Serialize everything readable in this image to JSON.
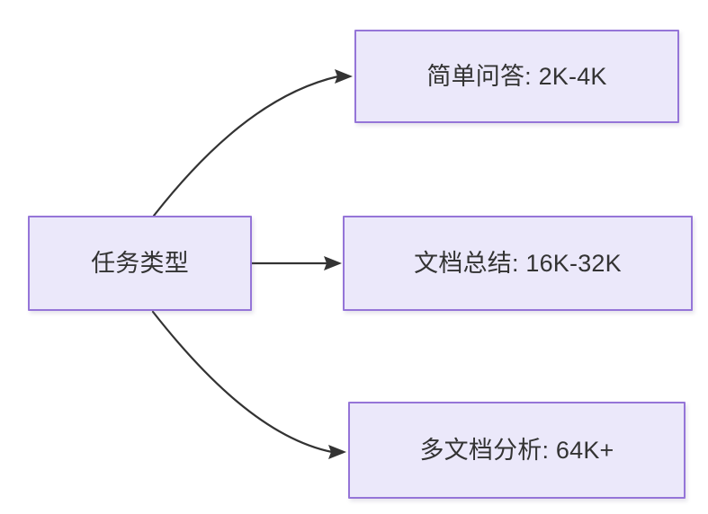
{
  "diagram": {
    "type": "flowchart",
    "direction": "left-to-right",
    "background_color": "#ffffff",
    "node_fill_color": "#ebe8fa",
    "node_border_color": "#9575d8",
    "node_text_color": "#333333",
    "edge_color": "#333333",
    "source_node": {
      "id": "task-type",
      "label": "任务类型"
    },
    "target_nodes": [
      {
        "id": "simple-qa",
        "label": "简单问答: 2K-4K",
        "task": "简单问答",
        "range": "2K-4K"
      },
      {
        "id": "doc-summary",
        "label": "文档总结: 16K-32K",
        "task": "文档总结",
        "range": "16K-32K"
      },
      {
        "id": "multi-doc",
        "label": "多文档分析: 64K+",
        "task": "多文档分析",
        "range": "64K+"
      }
    ],
    "edges": [
      {
        "id": "edge-to-simple-qa",
        "from": "任务类型",
        "to": "简单问答: 2K-4K",
        "style": "curved",
        "arrow": "filled-triangle"
      },
      {
        "id": "edge-to-doc-summary",
        "from": "任务类型",
        "to": "文档总结: 16K-32K",
        "style": "straight",
        "arrow": "filled-triangle"
      },
      {
        "id": "edge-to-multi-doc",
        "from": "任务类型",
        "to": "多文档分析: 64K+",
        "style": "curved",
        "arrow": "filled-triangle"
      }
    ]
  }
}
